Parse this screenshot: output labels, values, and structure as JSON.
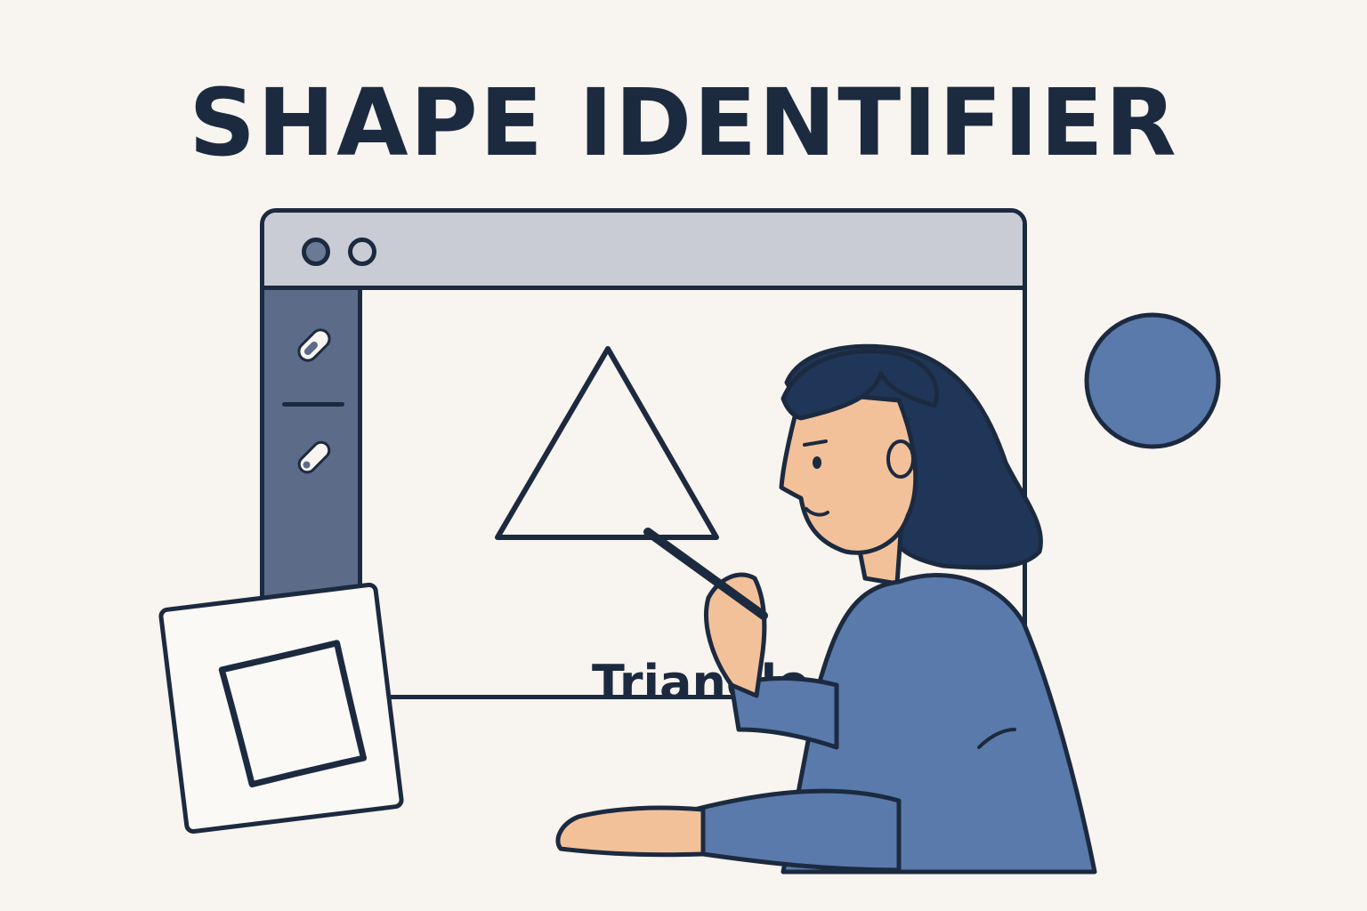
{
  "page": {
    "title": "SHAPE IDENTIFIER"
  },
  "app_window": {
    "tools": [
      {
        "icon": "pencil-icon"
      },
      {
        "icon": "eraser-icon"
      }
    ],
    "canvas": {
      "drawn_shape": "triangle",
      "result_label": "Triangle"
    }
  },
  "decor": {
    "circle_color": "#5a7aab",
    "card_icon": "hand-drawn-square-icon"
  },
  "colors": {
    "ink": "#1c2a40",
    "background": "#f8f4ef",
    "title_bar": "#c9ccd4",
    "sidebar": "#5b6b88",
    "accent_blue": "#5a7aab",
    "skin": "#f2c19a",
    "hair": "#1f3658"
  }
}
